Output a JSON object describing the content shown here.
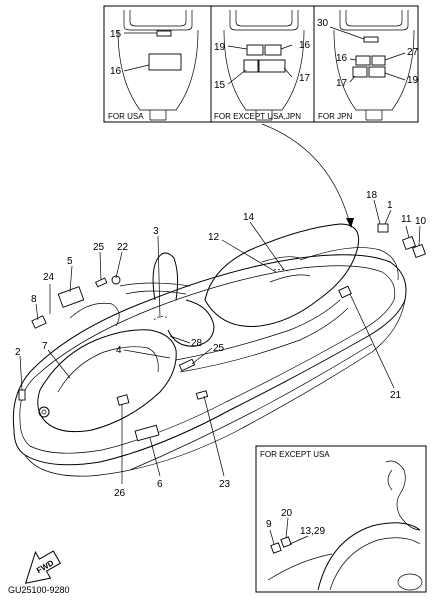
{
  "top_panels": [
    {
      "caption": "FOR USA",
      "callouts": [
        "15",
        "16"
      ]
    },
    {
      "caption": "FOR EXCEPT USA,JPN",
      "callouts": [
        "19",
        "16",
        "15",
        "17"
      ]
    },
    {
      "caption": "FOR JPN",
      "callouts": [
        "30",
        "16",
        "27",
        "17",
        "19"
      ]
    }
  ],
  "inset": {
    "caption": "FOR EXCEPT USA",
    "callouts": [
      "9",
      "20",
      "13,29"
    ]
  },
  "callouts": [
    "18",
    "1",
    "11",
    "10",
    "14",
    "12",
    "3",
    "25",
    "22",
    "5",
    "24",
    "8",
    "2",
    "7",
    "4",
    "28",
    "25",
    "21",
    "23",
    "6",
    "26"
  ],
  "fwd_label": "FWD",
  "part_code": "GU25100-9280"
}
